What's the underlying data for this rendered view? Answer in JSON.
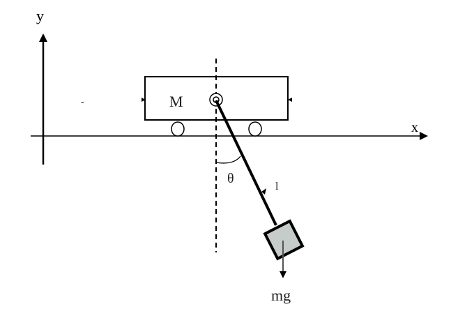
{
  "labels": {
    "y_axis": "y",
    "x_axis": "x",
    "cart_mass": "M",
    "angle": "θ",
    "length": "l",
    "weight": "mg",
    "dash_mark": "-"
  },
  "colors": {
    "line": "#000000",
    "bob_fill": "#c6ccc9",
    "mg_arrow": "#555555",
    "label_text": "#222222"
  }
}
